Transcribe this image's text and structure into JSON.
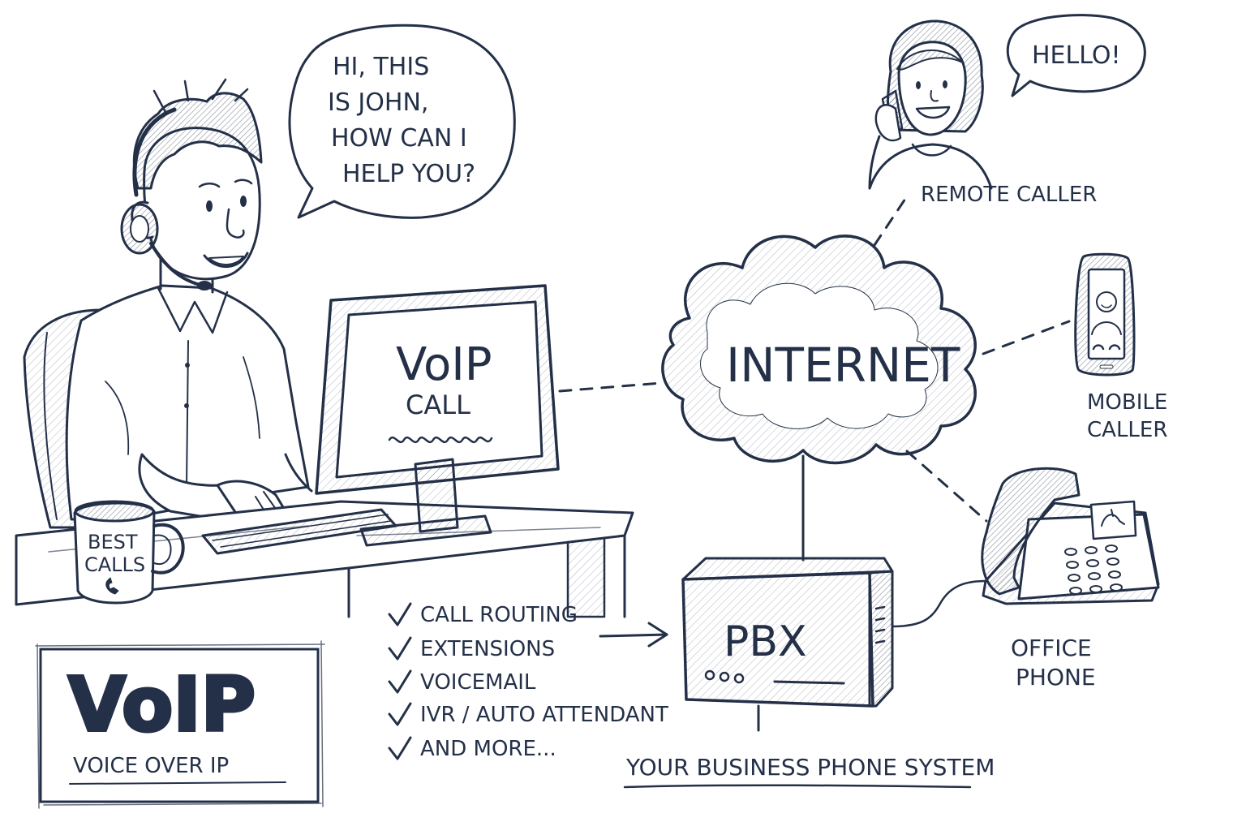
{
  "colors": {
    "ink": "#243048",
    "paper": "#ffffff",
    "shade": "#c9cfdb",
    "light": "#e6e9f0"
  },
  "agent": {
    "speech": [
      "HI, THIS",
      "IS JOHN,",
      "HOW CAN I",
      "HELP YOU?"
    ]
  },
  "mug": {
    "lines": [
      "BEST",
      "CALLS"
    ],
    "icon": "phone-icon"
  },
  "monitor": {
    "title": "VoIP",
    "subtitle": "CALL"
  },
  "cloud": {
    "label": "INTERNET"
  },
  "remote_caller": {
    "label": "REMOTE CALLER",
    "speech": "HELLO!"
  },
  "mobile_caller": {
    "lines": [
      "MOBILE",
      "CALLER"
    ]
  },
  "office_phone": {
    "lines": [
      "OFFICE",
      "PHONE"
    ]
  },
  "pbx": {
    "label": "PBX",
    "caption": "YOUR BUSINESS PHONE SYSTEM"
  },
  "features": [
    "CALL ROUTING",
    "EXTENSIONS",
    "VOICEMAIL",
    "IVR / AUTO ATTENDANT",
    "AND MORE..."
  ],
  "logo": {
    "title": "VoIP",
    "subtitle": "VOICE OVER IP"
  }
}
